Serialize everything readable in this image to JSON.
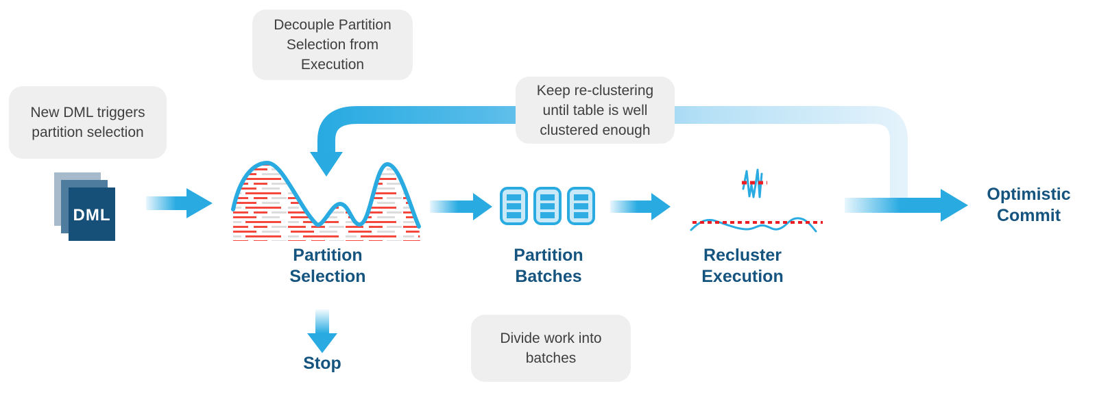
{
  "diagram": {
    "notes": {
      "new_dml": "New DML triggers\npartition selection",
      "decouple": "Decouple Partition\nSelection from\nExecution",
      "keep_reclustering": "Keep re-clustering\nuntil table is well\nclustered enough",
      "divide_work": "Divide work into\nbatches"
    },
    "stages": {
      "partition_selection": "Partition\nSelection",
      "partition_batches": "Partition\nBatches",
      "recluster_execution": "Recluster\nExecution",
      "optimistic_commit": "Optimistic\nCommit",
      "stop": "Stop"
    },
    "dml_label": "DML",
    "colors": {
      "arrow_blue": "#29ABE2",
      "arrow_fade": "#E3F4FC",
      "heading_blue": "#15547F",
      "dml_front": "#164F77",
      "dml_middle": "#4E7C9F",
      "dml_back": "#A6BACC",
      "note_bg": "#EFEFEF",
      "note_text": "#3E3E3E",
      "red_dash": "#F4473D",
      "gray_dash": "#DCDCDC",
      "batch_fill": "#C9E9F8"
    }
  }
}
